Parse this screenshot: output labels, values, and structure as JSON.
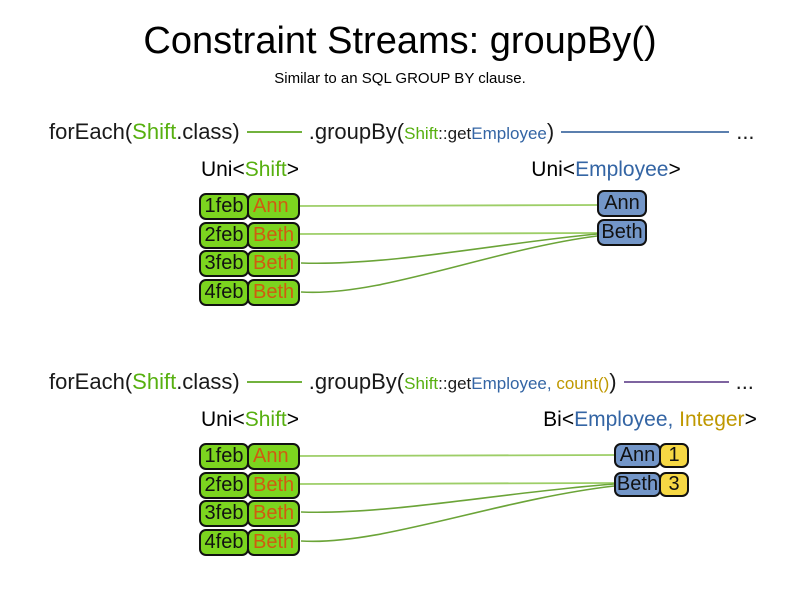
{
  "title": "Constraint Streams: groupBy()",
  "subtitle": "Similar to an SQL GROUP BY clause.",
  "colors": {
    "shift_text_green": "#57b010",
    "employee_text_blue": "#3465a4",
    "integer_text_gold": "#bf9800",
    "name_text_orange": "#d05c10",
    "shift_box_green": "#7cd41f",
    "employee_box_blue": "#7396c8",
    "integer_box_yellow": "#f6d844",
    "foreach_connector_green": "#72b23d",
    "uni_stream_line_blue": "#5b7fae",
    "bi_stream_line_purple": "#7e64a0",
    "mapping_line_light_green": "#9dce67",
    "mapping_line_dark_green": "#6ba438"
  },
  "sections": [
    {
      "code": {
        "foreach_open": "forEach(",
        "foreach_class": "Shift",
        "foreach_close": ".class)",
        "groupby_open": ".groupBy(",
        "param_class": "Shift",
        "param_accessor": "::get",
        "param_type": "Employee",
        "groupby_close": ")",
        "ellipsis": "..."
      },
      "left_header": {
        "open": "Uni<",
        "type": "Shift",
        "close": ">"
      },
      "right_header": {
        "open": "Uni<",
        "type": "Employee",
        "close": ">"
      },
      "rows": [
        {
          "date": "1feb",
          "name": "Ann"
        },
        {
          "date": "2feb",
          "name": "Beth"
        },
        {
          "date": "3feb",
          "name": "Beth"
        },
        {
          "date": "4feb",
          "name": "Beth"
        }
      ],
      "groups": [
        {
          "name": "Ann"
        },
        {
          "name": "Beth"
        }
      ]
    },
    {
      "code": {
        "foreach_open": "forEach(",
        "foreach_class": "Shift",
        "foreach_close": ".class)",
        "groupby_open": ".groupBy(",
        "param_class": "Shift",
        "param_accessor": "::get",
        "param_type": "Employee",
        "param_comma": ", ",
        "param_agg": "count()",
        "groupby_close": ")",
        "ellipsis": "..."
      },
      "left_header": {
        "open": "Uni<",
        "type": "Shift",
        "close": ">"
      },
      "right_header": {
        "open": "Bi<",
        "type": "Employee",
        "comma": ", ",
        "type2": "Integer",
        "close": ">"
      },
      "rows": [
        {
          "date": "1feb",
          "name": "Ann"
        },
        {
          "date": "2feb",
          "name": "Beth"
        },
        {
          "date": "3feb",
          "name": "Beth"
        },
        {
          "date": "4feb",
          "name": "Beth"
        }
      ],
      "groups": [
        {
          "name": "Ann",
          "count": "1"
        },
        {
          "name": "Beth",
          "count": "3"
        }
      ]
    }
  ]
}
